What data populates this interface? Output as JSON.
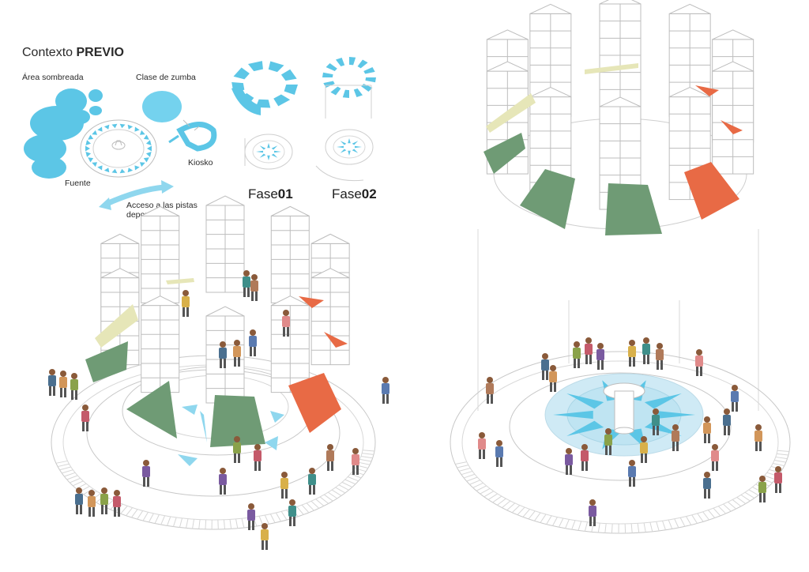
{
  "title": {
    "prefix": "Contexto",
    "strong": "PREVIO"
  },
  "labels": {
    "shaded_area": "Área sombreada",
    "zumba": "Clase de zumba",
    "kiosk": "Kiosko",
    "fountain": "Fuente",
    "access_line1": "Acceso a las pistas",
    "access_line2": "deportivas"
  },
  "phases": [
    {
      "prefix": "Fase",
      "num": "01"
    },
    {
      "prefix": "Fase",
      "num": "02"
    }
  ],
  "colors": {
    "cyan": "#5cc6e6",
    "cyan_light": "#8fd7ee",
    "sage": "#6f9b75",
    "orange": "#e86a45",
    "line": "#bdbdbd",
    "pale_yellow": "#e6e6b8"
  }
}
